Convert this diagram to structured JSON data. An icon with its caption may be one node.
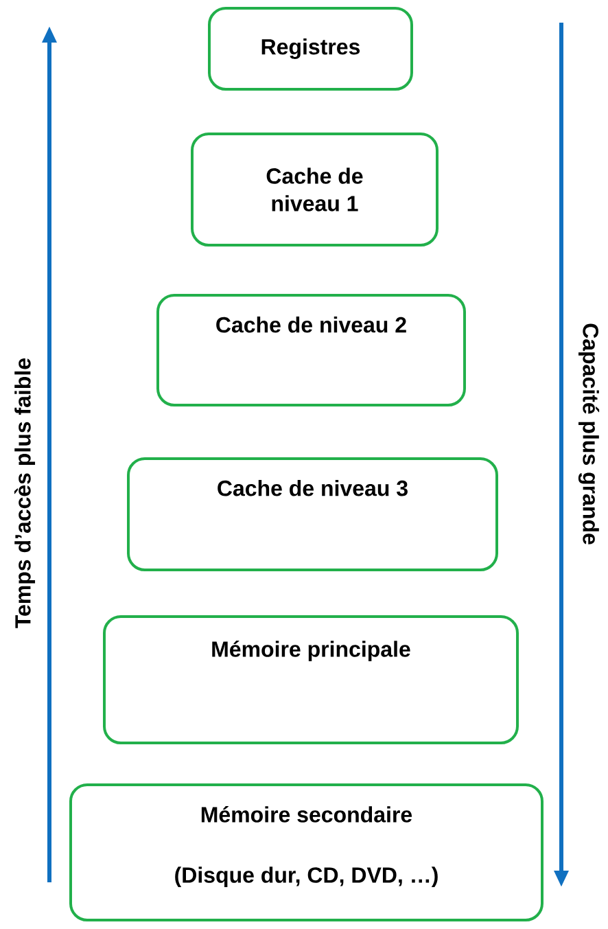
{
  "diagram": {
    "nodes": [
      {
        "text": [
          "Registres"
        ]
      },
      {
        "text": [
          "Cache de niveau 1"
        ]
      },
      {
        "text": [
          "Cache de niveau 2"
        ]
      },
      {
        "text": [
          "Cache de niveau 3"
        ]
      },
      {
        "text": [
          "Mémoire principale"
        ]
      },
      {
        "text": [
          "Mémoire secondaire",
          "(Disque dur, CD, DVD, …)"
        ]
      }
    ],
    "labels": [
      "Temps d’accès plus faible",
      "Capacité plus grande"
    ]
  }
}
